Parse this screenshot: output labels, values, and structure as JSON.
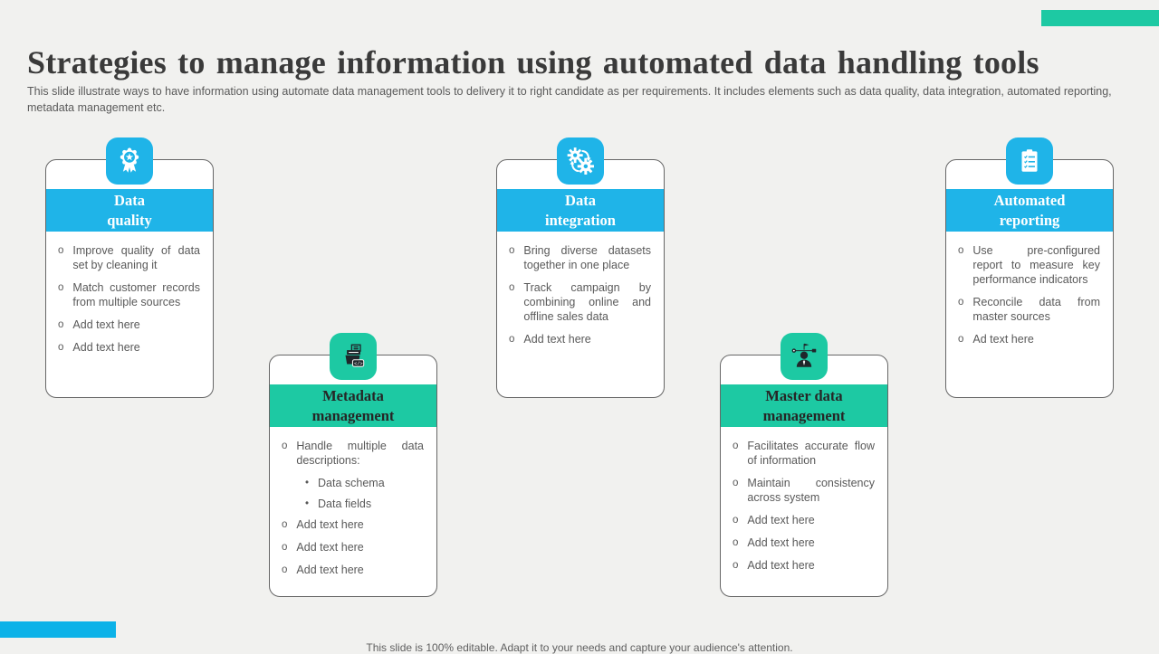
{
  "slide": {
    "title": "Strategies to manage information using automated data handling tools",
    "subtitle": "This slide illustrate ways to have information using automate data management tools to delivery it to right candidate as per requirements. It includes elements such as data quality, data integration, automated reporting, metadata management etc.",
    "footer": "This slide is 100% editable. Adapt it to your needs and capture your audience's attention."
  },
  "theme_colors": {
    "cyan": "#1FB4E8",
    "teal": "#1DC9A3",
    "cyanbar": "#0CB2E8"
  },
  "bullet_markers": {
    "main": "o",
    "sub": "•"
  },
  "cards": [
    {
      "name": "data-quality",
      "theme": "cyan",
      "icon": "award-ribbon-icon",
      "title_line1": "Data",
      "title_line2": "quality",
      "bullets": [
        {
          "t": "Improve quality of data set by cleaning it",
          "sub": false
        },
        {
          "t": "Match customer records from multiple sources",
          "sub": false
        },
        {
          "t": "Add text here",
          "sub": false
        },
        {
          "t": "Add text here",
          "sub": false
        }
      ]
    },
    {
      "name": "data-integration",
      "theme": "cyan",
      "icon": "sync-gears-icon",
      "title_line1": "Data",
      "title_line2": "integration",
      "bullets": [
        {
          "t": "Bring diverse datasets together in one place",
          "sub": false
        },
        {
          "t": "Track campaign by combining online and offline sales data",
          "sub": false
        },
        {
          "t": "Add text here",
          "sub": false
        }
      ]
    },
    {
      "name": "automated-reporting",
      "theme": "cyan",
      "icon": "checklist-clipboard-icon",
      "title_line1": "Automated",
      "title_line2": "reporting",
      "bullets": [
        {
          "t": "Use pre-configured report to measure key performance indicators",
          "sub": false
        },
        {
          "t": "Reconcile data from master sources",
          "sub": false
        },
        {
          "t": "Ad text here",
          "sub": false
        }
      ]
    },
    {
      "name": "metadata-management",
      "theme": "teal",
      "icon": "metadata-code-tag-icon",
      "title_line1": "Metadata",
      "title_line2": "management",
      "bullets": [
        {
          "t": "Handle multiple data descriptions:",
          "sub": false
        },
        {
          "t": "Data schema",
          "sub": true
        },
        {
          "t": "Data fields",
          "sub": true
        },
        {
          "t": "Add text here",
          "sub": false
        },
        {
          "t": "Add text here",
          "sub": false
        },
        {
          "t": "Add text here",
          "sub": false
        }
      ]
    },
    {
      "name": "master-data-management",
      "theme": "teal",
      "icon": "manager-network-icon",
      "title_line1": "Master data",
      "title_line2": "management",
      "bullets": [
        {
          "t": "Facilitates accurate flow of information",
          "sub": false
        },
        {
          "t": "Maintain consistency across system",
          "sub": false
        },
        {
          "t": "Add text here",
          "sub": false
        },
        {
          "t": "Add text here",
          "sub": false
        },
        {
          "t": "Add text here",
          "sub": false
        }
      ]
    }
  ]
}
